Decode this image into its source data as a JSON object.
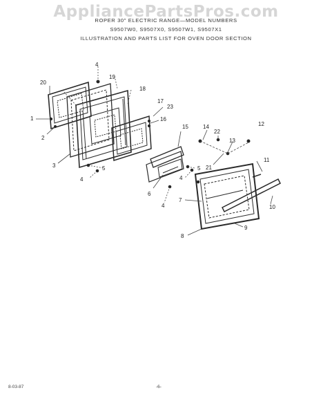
{
  "watermark": "AppliancePartsPros.com",
  "header": {
    "line1": "ROPER 30\" ELECTRIC RANGE—MODEL NUMBERS",
    "line2": "S9507W0, S9507X0, S9507W1, S9507X1",
    "line3": "ILLUSTRATION AND PARTS LIST FOR OVEN DOOR SECTION"
  },
  "callouts": [
    "1",
    "2",
    "3",
    "4",
    "4",
    "4",
    "4",
    "5",
    "5",
    "6",
    "7",
    "8",
    "9",
    "10",
    "11",
    "12",
    "13",
    "14",
    "15",
    "16",
    "17",
    "18",
    "19",
    "20",
    "21",
    "22",
    "23"
  ],
  "footer": {
    "date": "8-03-87",
    "page": "-6-"
  }
}
